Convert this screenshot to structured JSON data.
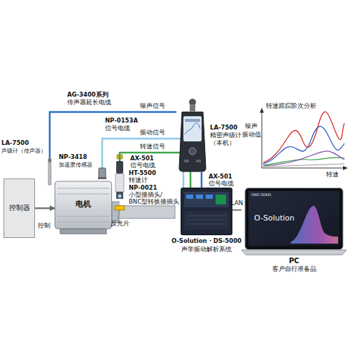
{
  "diagram": {
    "nodes": [
      {
        "text": [
          "控制器"
        ]
      },
      {
        "text": [
          "电机"
        ]
      },
      {
        "text": [
          "LA-7500",
          "声级计（传声器）"
        ]
      },
      {
        "text": [
          "NP-3418",
          "加速度传感器"
        ]
      },
      {
        "text": [
          "HT-5500",
          "转速计"
        ]
      },
      {
        "text": [
          "LA-7500",
          "精密声级计",
          "（本机）"
        ]
      },
      {
        "text": [
          "O-Solution・DS-5000",
          "声学振动解析系统"
        ]
      },
      {
        "text": [
          "ONO SOKKI",
          "O-Solution",
          "PC",
          "客户自行准备品"
        ]
      }
    ],
    "edges": [
      {
        "from": 0,
        "to": 1,
        "arrow": "to",
        "label": "控制"
      },
      {
        "from": 2,
        "to": 5,
        "arrow": "none",
        "label": "噪声信号"
      },
      {
        "from": 3,
        "to": 6,
        "arrow": "none",
        "label": "振动信号"
      },
      {
        "from": 4,
        "to": 6,
        "arrow": "none",
        "label": "转速信号"
      },
      {
        "from": 5,
        "to": 6,
        "arrow": "none"
      },
      {
        "from": 6,
        "to": 7,
        "arrow": "none",
        "label": "LAN"
      }
    ],
    "labels": [
      "AG-3400系列",
      "传声器延长电缆",
      "NP-0153A",
      "信号电缆",
      "AX-501",
      "信号电缆",
      "NP-0021",
      "小型接插头/",
      "BNC型转换接插头",
      "反光片",
      "AX-501",
      "信号电缆",
      "转速跟踪阶次分析",
      "噪声",
      "振动值",
      "转速"
    ]
  }
}
